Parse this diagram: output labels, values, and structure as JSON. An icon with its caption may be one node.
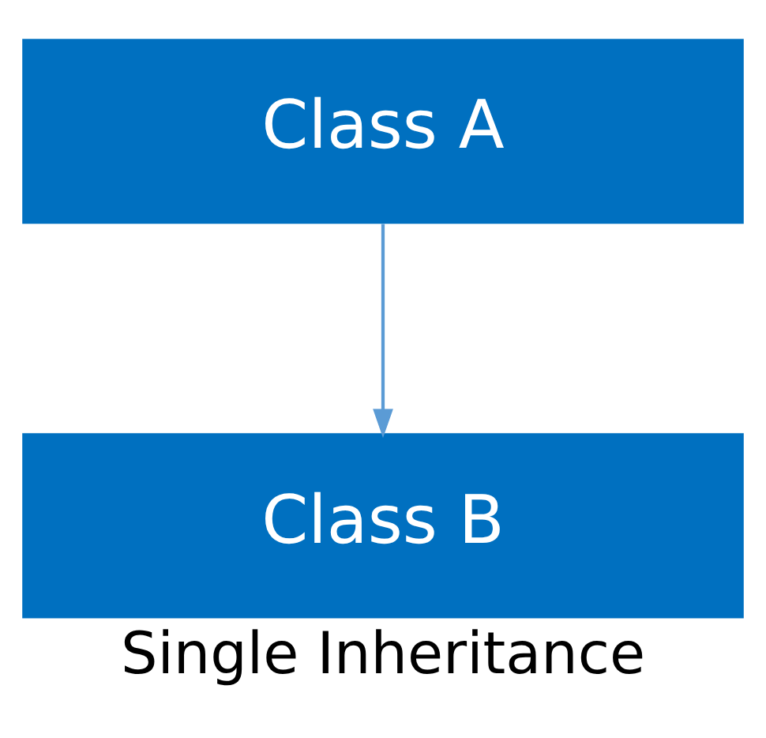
{
  "diagram": {
    "caption": "Single Inheritance",
    "nodes": [
      {
        "text": [
          "Class A"
        ]
      },
      {
        "text": [
          "Class B"
        ]
      }
    ],
    "edges": [
      {
        "from": 0,
        "to": 1,
        "arrow": "to"
      }
    ]
  }
}
